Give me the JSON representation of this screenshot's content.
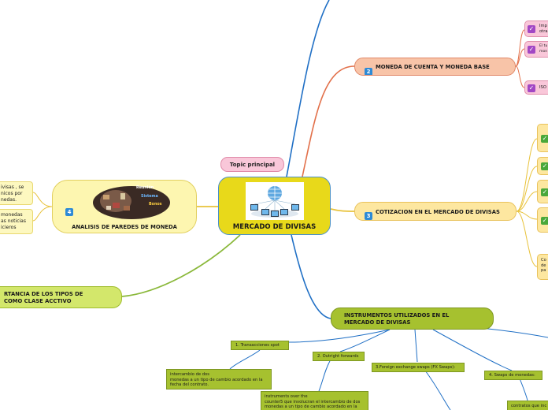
{
  "central_topic": {
    "label": "MERCADO DE DIVISAS",
    "image_icon": "globe-network-icon"
  },
  "floating_topic": {
    "label": "Topic principal"
  },
  "branches": {
    "moneda_cuenta": {
      "number": "2",
      "label": "MONEDA DE CUENTA Y MONEDA BASE",
      "children": [
        {
          "text": "Imp\notra"
        },
        {
          "text": "El tu\nmon"
        },
        {
          "text": "ISO"
        }
      ]
    },
    "cotizacion": {
      "number": "3",
      "label": "COTIZACION EN EL MERCADO DE DIVISAS",
      "children_note": "Co\nde\npa"
    },
    "analisis": {
      "number": "4",
      "label": "ANALISIS DE PAREDES DE MONEDA",
      "image_words": [
        "Reunión",
        "Sistema",
        "Bonos"
      ],
      "left_notes": [
        {
          "text": "ivisas , se\nnicos por\nnedas."
        },
        {
          "text": "monedas\nas noticias\nicieros"
        }
      ]
    },
    "importancia": {
      "label": "RTANCIA DE LOS TIPOS DE\nCOMO CLASE ACCTIVO"
    },
    "instrumentos": {
      "label": "INSTRUMENTOS UTILIZADOS EN EL\nMERCADO DE DIVISAS",
      "children": [
        {
          "label": "1. Transacciones spot",
          "detail": "intercambio de dos\nmonedas a un tipo de cambio acordado en la\nfecha del contrato."
        },
        {
          "label": "2. Outright forwards",
          "detail": "instruments over the\ncounter5 que involucran el intercambio de dos\nmonedas a un tipo de cambio acordado en la"
        },
        {
          "label": "3.Foreign exchange swaps (FX Swaps):"
        },
        {
          "label": "4. Swaps de monedas:",
          "detail": "contratos que inc"
        }
      ]
    }
  },
  "colors": {
    "central_fill": "#e8d91a",
    "central_border": "#4a90c8",
    "link_blue": "#1f6fc5",
    "link_orange": "#e2704a",
    "link_yellow": "#e8c23a",
    "link_green": "#8ab83a",
    "accent_number": "#2d8ad6",
    "check_purple": "#a247c4",
    "check_green": "#4aa83a"
  }
}
